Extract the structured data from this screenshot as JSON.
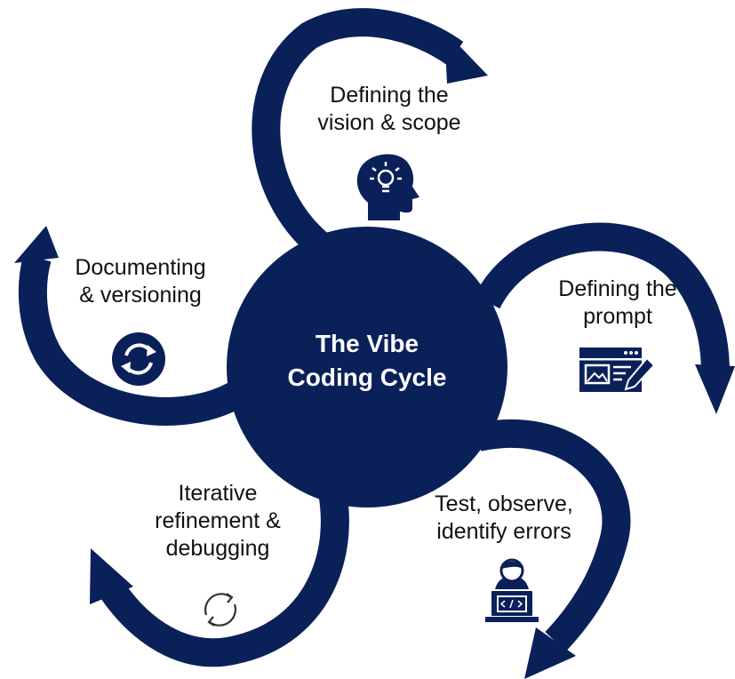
{
  "center": {
    "line1": "The Vibe",
    "line2": "Coding Cycle"
  },
  "stages": [
    {
      "id": "vision",
      "line1": "Defining the",
      "line2": "vision & scope",
      "icon": "lightbulb-head-icon"
    },
    {
      "id": "prompt",
      "line1": "Defining the",
      "line2": "prompt",
      "icon": "prompt-editor-icon"
    },
    {
      "id": "test",
      "line1": "Test, observe,",
      "line2": "identify errors",
      "icon": "developer-laptop-icon"
    },
    {
      "id": "refine",
      "line1": "Iterative",
      "line2": "refinement &",
      "line3": "debugging",
      "icon": "refresh-arrows-icon"
    },
    {
      "id": "docs",
      "line1": "Documenting",
      "line2": "& versioning",
      "icon": "sync-circle-icon"
    }
  ],
  "colors": {
    "navy": "#0a2059",
    "text": "#111111",
    "background": "#ffffff"
  }
}
